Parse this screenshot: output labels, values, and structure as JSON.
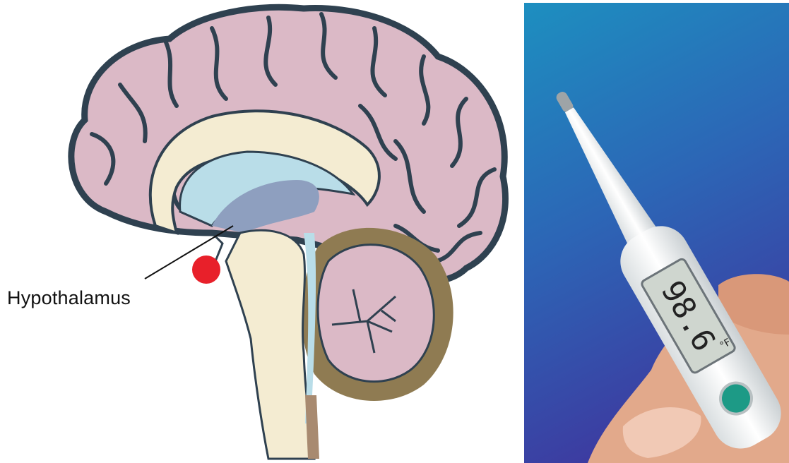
{
  "brain_diagram": {
    "label": "Hypothalamus",
    "colors": {
      "cerebrum": "#dbb9c6",
      "outline": "#2f4150",
      "ventricle": "#b9dde8",
      "third_ventricle": "#8e9fbf",
      "brainstem": "#f4ecd2",
      "cerebellum_rim": "#8f7b52",
      "hypothalamus_marker": "#e8202a"
    }
  },
  "thermometer_photo": {
    "display_reading": "98.6",
    "unit": "°F",
    "colors": {
      "background_top": "#1d8fc0",
      "background_bottom": "#3d3aa0",
      "thermometer_body": "#f2f4f4",
      "lcd": "#cfd6cf",
      "button": "#1d9a86",
      "skin": "#e2a98b"
    }
  }
}
